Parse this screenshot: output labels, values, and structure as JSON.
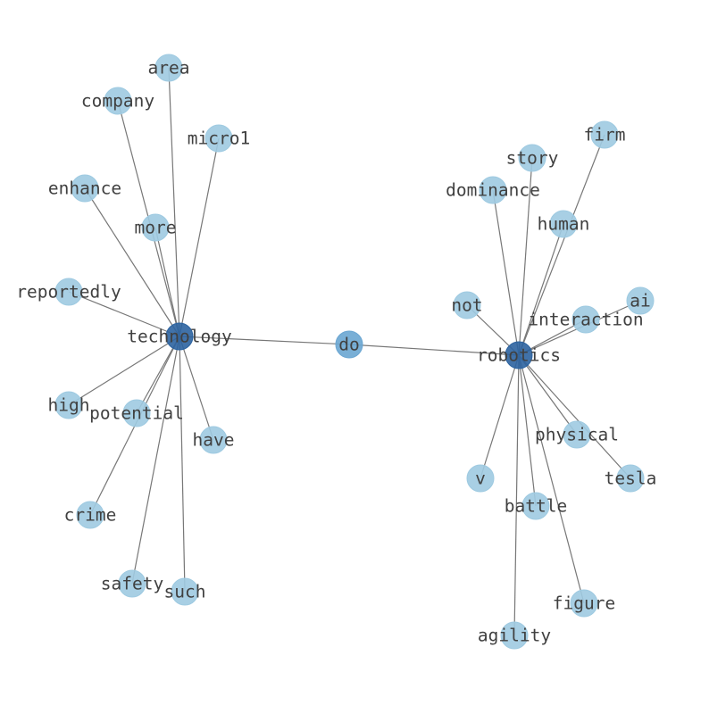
{
  "colors": {
    "leaf": "#9ecae1",
    "hub": "#2c63a0",
    "bridge": "#6aa6d2",
    "edge": "#777777",
    "label": "#404040"
  },
  "graph": {
    "nodes": [
      {
        "id": "technology",
        "label": "technology",
        "kind": "hub"
      },
      {
        "id": "robotics",
        "label": "robotics",
        "kind": "hub"
      },
      {
        "id": "do",
        "label": "do",
        "kind": "bridge"
      },
      {
        "id": "area",
        "label": "area",
        "kind": "leaf"
      },
      {
        "id": "company",
        "label": "company",
        "kind": "leaf"
      },
      {
        "id": "micro1",
        "label": "micro1",
        "kind": "leaf"
      },
      {
        "id": "enhance",
        "label": "enhance",
        "kind": "leaf"
      },
      {
        "id": "more",
        "label": "more",
        "kind": "leaf"
      },
      {
        "id": "reportedly",
        "label": "reportedly",
        "kind": "leaf"
      },
      {
        "id": "high",
        "label": "high",
        "kind": "leaf"
      },
      {
        "id": "potential",
        "label": "potential",
        "kind": "leaf"
      },
      {
        "id": "have",
        "label": "have",
        "kind": "leaf"
      },
      {
        "id": "crime",
        "label": "crime",
        "kind": "leaf"
      },
      {
        "id": "safety",
        "label": "safety",
        "kind": "leaf"
      },
      {
        "id": "such",
        "label": "such",
        "kind": "leaf"
      },
      {
        "id": "firm",
        "label": "firm",
        "kind": "leaf"
      },
      {
        "id": "story",
        "label": "story",
        "kind": "leaf"
      },
      {
        "id": "dominance",
        "label": "dominance",
        "kind": "leaf"
      },
      {
        "id": "human",
        "label": "human",
        "kind": "leaf"
      },
      {
        "id": "not",
        "label": "not",
        "kind": "leaf"
      },
      {
        "id": "ai",
        "label": "ai",
        "kind": "leaf"
      },
      {
        "id": "interaction",
        "label": "interaction",
        "kind": "leaf"
      },
      {
        "id": "physical",
        "label": "physical",
        "kind": "leaf"
      },
      {
        "id": "v",
        "label": "v",
        "kind": "leaf"
      },
      {
        "id": "tesla",
        "label": "tesla",
        "kind": "leaf"
      },
      {
        "id": "battle",
        "label": "battle",
        "kind": "leaf"
      },
      {
        "id": "figure",
        "label": "figure",
        "kind": "leaf"
      },
      {
        "id": "agility",
        "label": "agility",
        "kind": "leaf"
      }
    ],
    "edges": [
      [
        "technology",
        "do"
      ],
      [
        "do",
        "robotics"
      ],
      [
        "technology",
        "area"
      ],
      [
        "technology",
        "company"
      ],
      [
        "technology",
        "micro1"
      ],
      [
        "technology",
        "enhance"
      ],
      [
        "technology",
        "more"
      ],
      [
        "technology",
        "reportedly"
      ],
      [
        "technology",
        "high"
      ],
      [
        "technology",
        "potential"
      ],
      [
        "technology",
        "have"
      ],
      [
        "technology",
        "crime"
      ],
      [
        "technology",
        "safety"
      ],
      [
        "technology",
        "such"
      ],
      [
        "robotics",
        "firm"
      ],
      [
        "robotics",
        "story"
      ],
      [
        "robotics",
        "dominance"
      ],
      [
        "robotics",
        "human"
      ],
      [
        "robotics",
        "not"
      ],
      [
        "robotics",
        "ai"
      ],
      [
        "robotics",
        "interaction"
      ],
      [
        "robotics",
        "physical"
      ],
      [
        "robotics",
        "v"
      ],
      [
        "robotics",
        "tesla"
      ],
      [
        "robotics",
        "battle"
      ],
      [
        "robotics",
        "figure"
      ],
      [
        "robotics",
        "agility"
      ]
    ]
  }
}
